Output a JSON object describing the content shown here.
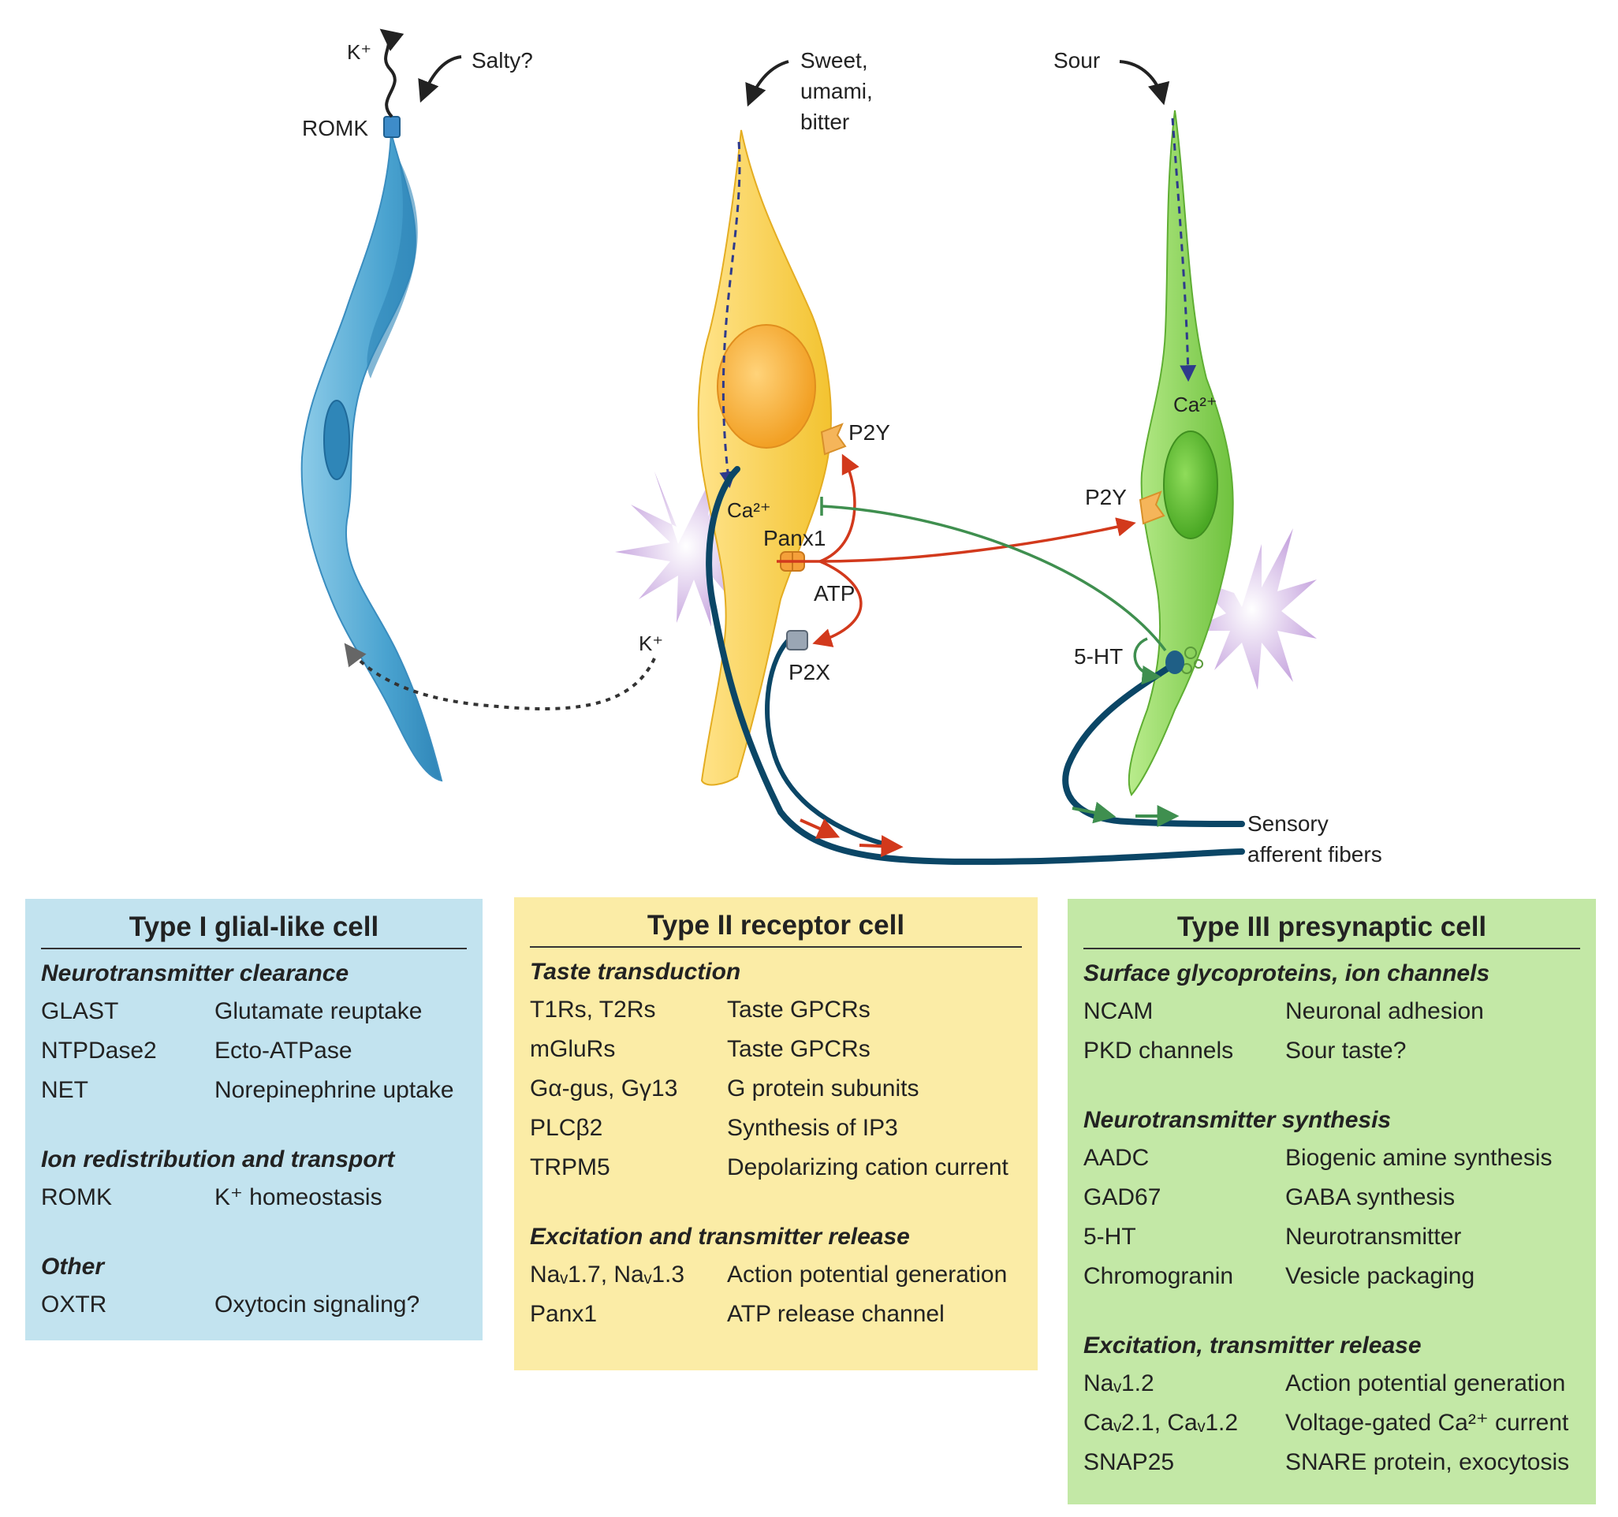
{
  "diagram": {
    "labels": {
      "k_top": "K⁺",
      "salty": "Salty?",
      "romk": "ROMK",
      "sweet_1": "Sweet,",
      "sweet_2": "umami,",
      "sweet_3": "bitter",
      "sour": "Sour",
      "ca_type2": "Ca²⁺",
      "ca_type3": "Ca²⁺",
      "p2y_type2": "P2Y",
      "p2y_type3": "P2Y",
      "panx1": "Panx1",
      "atp": "ATP",
      "k_mid": "K⁺",
      "p2x": "P2X",
      "ht5": "5-HT",
      "sensory_1": "Sensory",
      "sensory_2": "afferent fibers"
    },
    "colors": {
      "type1_cell": "#4aa3d0",
      "type2_cell": "#f5c93b",
      "type3_cell": "#7fcf4a",
      "nerve": "#0b4666",
      "atp_arrow": "#d2391c",
      "serotonin_arrow": "#3f8f4f",
      "burst": "#c9a9e0"
    }
  },
  "panels": {
    "type1": {
      "title": "Type I glial-like cell",
      "sections": [
        {
          "heading": "Neurotransmitter clearance",
          "rows": [
            [
              "GLAST",
              "Glutamate reuptake"
            ],
            [
              "NTPDase2",
              "Ecto-ATPase"
            ],
            [
              "NET",
              "Norepinephrine uptake"
            ]
          ]
        },
        {
          "heading": "Ion redistribution and transport",
          "rows": [
            [
              "ROMK",
              "K⁺ homeostasis"
            ]
          ]
        },
        {
          "heading": "Other",
          "rows": [
            [
              "OXTR",
              "Oxytocin signaling?"
            ]
          ]
        }
      ]
    },
    "type2": {
      "title": "Type II receptor cell",
      "sections": [
        {
          "heading": "Taste transduction",
          "rows": [
            [
              "T1Rs, T2Rs",
              "Taste GPCRs"
            ],
            [
              "mGluRs",
              "Taste GPCRs"
            ],
            [
              "Gα-gus, Gγ13",
              "G protein subunits"
            ],
            [
              "PLCβ2",
              "Synthesis of IP3"
            ],
            [
              "TRPM5",
              "Depolarizing cation current"
            ]
          ]
        },
        {
          "heading": "Excitation and transmitter release",
          "rows": [
            [
              "Naᵥ1.7, Naᵥ1.3",
              "Action potential generation"
            ],
            [
              "Panx1",
              "ATP release channel"
            ]
          ]
        }
      ]
    },
    "type3": {
      "title": "Type III presynaptic cell",
      "sections": [
        {
          "heading": "Surface glycoproteins, ion channels",
          "rows": [
            [
              "NCAM",
              "Neuronal adhesion"
            ],
            [
              "PKD channels",
              "Sour taste?"
            ]
          ]
        },
        {
          "heading": "Neurotransmitter synthesis",
          "rows": [
            [
              "AADC",
              "Biogenic amine synthesis"
            ],
            [
              "GAD67",
              "GABA synthesis"
            ],
            [
              "5-HT",
              "Neurotransmitter"
            ],
            [
              "Chromogranin",
              "Vesicle packaging"
            ]
          ]
        },
        {
          "heading": "Excitation, transmitter release",
          "rows": [
            [
              "Naᵥ1.2",
              "Action potential generation"
            ],
            [
              "Caᵥ2.1, Caᵥ1.2",
              "Voltage-gated Ca²⁺ current"
            ],
            [
              "SNAP25",
              "SNARE protein, exocytosis"
            ]
          ]
        }
      ]
    }
  }
}
